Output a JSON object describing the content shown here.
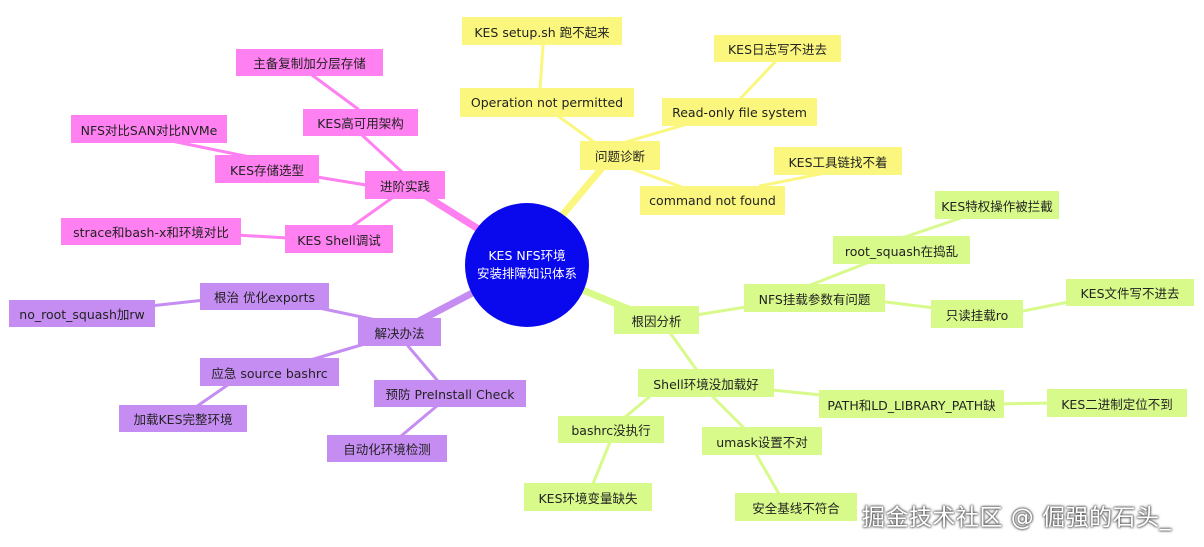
{
  "center": {
    "line1": "KES NFS环境",
    "line2": "安装排障知识体系"
  },
  "colors": {
    "yellow": "#fbf77e",
    "pink": "#ff80f0",
    "purple": "#c58df2",
    "green": "#d8fa8a",
    "center": "#0a09ee"
  },
  "branches": {
    "diagnosis": {
      "label": "问题诊断",
      "setup_fail": "KES setup.sh 跑不起来",
      "op_not_permitted": "Operation not permitted",
      "log_fail": "KES日志写不进去",
      "readonly_fs": "Read-only file system",
      "tools_missing": "KES工具链找不着",
      "cmd_not_found": "command not found"
    },
    "advanced": {
      "label": "进阶实践",
      "ha_arch": "KES高可用架构",
      "replica_storage": "主备复制加分层存储",
      "storage_select": "KES存储选型",
      "nfs_san_nvme": "NFS对比SAN对比NVMe",
      "shell_debug": "KES Shell调试",
      "strace_compare": "strace和bash-x和环境对比"
    },
    "solution": {
      "label": "解决办法",
      "root_fix": "根治 优化exports",
      "no_root_squash": "no_root_squash加rw",
      "emergency": "应急 source bashrc",
      "load_env": "加载KES完整环境",
      "prevent": "预防 PreInstall Check",
      "auto_check": "自动化环境检测"
    },
    "rootcause": {
      "label": "根因分析",
      "nfs_params": "NFS挂载参数有问题",
      "root_squash": "root_squash在捣乱",
      "priv_blocked": "KES特权操作被拦截",
      "ro_mount": "只读挂载ro",
      "file_write_fail": "KES文件写不进去",
      "shell_env": "Shell环境没加载好",
      "path_missing": "PATH和LD_LIBRARY_PATH缺",
      "binary_not_found": "KES二进制定位不到",
      "bashrc_not_run": "bashrc没执行",
      "env_missing": "KES环境变量缺失",
      "umask": "umask设置不对",
      "baseline": "安全基线不符合"
    }
  },
  "watermark": "掘金技术社区 @ 倔强的石头_"
}
